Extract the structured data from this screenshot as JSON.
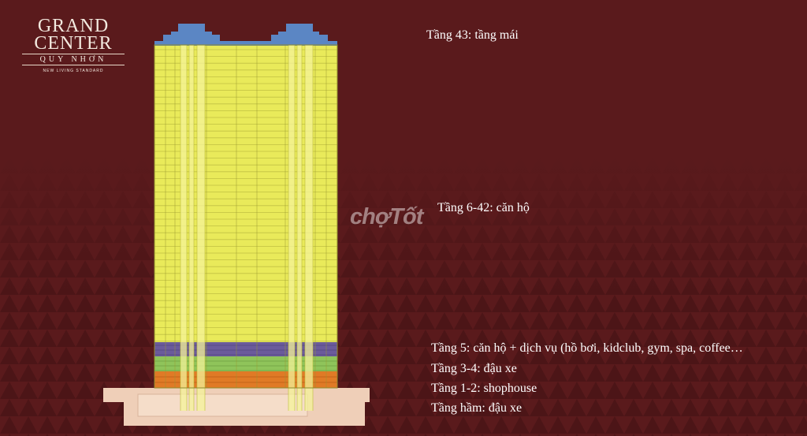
{
  "logo": {
    "line1": "GRAND",
    "line2": "CENTER",
    "line3": "QUY NHƠN",
    "tagline": "NEW LIVING STANDARD"
  },
  "labels": {
    "roof": "Tầng 43: tầng mái",
    "apartments": "Tầng 6-42: căn hộ",
    "floor5": "Tầng 5: căn hộ + dịch vụ (hồ bơi, kidclub, gym, spa, coffee…",
    "floor3_4": "Tầng 3-4: đậu xe",
    "floor1_2": "Tầng 1-2: shophouse",
    "basement": "Tầng hầm: đậu xe"
  },
  "watermark": "chợTốt",
  "colors": {
    "background": "#5a1a1c",
    "roof": "#5b86c4",
    "apartments": "#e9ea5a",
    "amenity": "#6b5b9b",
    "parking": "#8fc45a",
    "shophouse": "#e07a26",
    "basement": "#efcfb8"
  }
}
